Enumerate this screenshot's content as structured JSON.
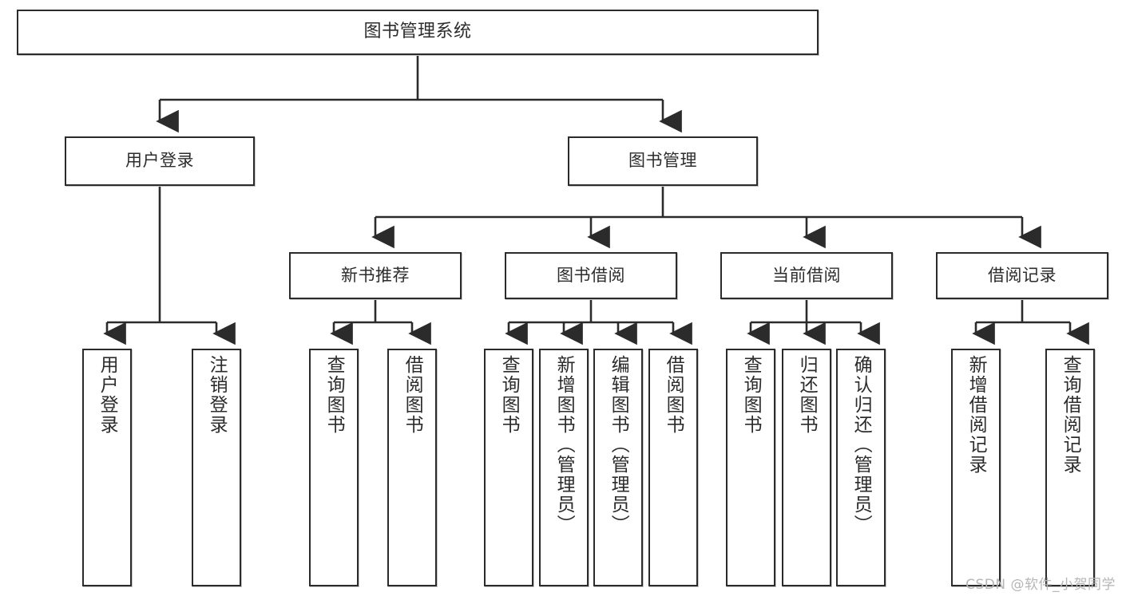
{
  "diagram": {
    "type": "tree",
    "title": "图书管理系统",
    "root": {
      "label": "图书管理系统"
    },
    "level2": [
      {
        "label": "用户登录"
      },
      {
        "label": "图书管理"
      }
    ],
    "level3": [
      {
        "label": "新书推荐"
      },
      {
        "label": "图书借阅"
      },
      {
        "label": "当前借阅"
      },
      {
        "label": "借阅记录"
      }
    ],
    "leaves": {
      "user_login": [
        {
          "label": "用户登录"
        },
        {
          "label": "注销登录"
        }
      ],
      "new_book": [
        {
          "label": "查询图书"
        },
        {
          "label": "借阅图书"
        }
      ],
      "book_borrow": [
        {
          "label": "查询图书"
        },
        {
          "label": "新增图书（管理员）"
        },
        {
          "label": "编辑图书（管理员）"
        },
        {
          "label": "借阅图书"
        }
      ],
      "current_borrow": [
        {
          "label": "查询图书"
        },
        {
          "label": "归还图书"
        },
        {
          "label": "确认归还（管理员）"
        }
      ],
      "borrow_record": [
        {
          "label": "新增借阅记录"
        },
        {
          "label": "查询借阅记录"
        }
      ]
    }
  },
  "watermark": {
    "text": "CSDN @软件_小贺同学"
  },
  "colors": {
    "box_border": "#2b2b2b",
    "box_fill": "#ffffff",
    "text": "#2c2c2c",
    "wire": "#2b2b2b",
    "watermark": "#b6b6b6",
    "page_background": "#ffffff"
  }
}
